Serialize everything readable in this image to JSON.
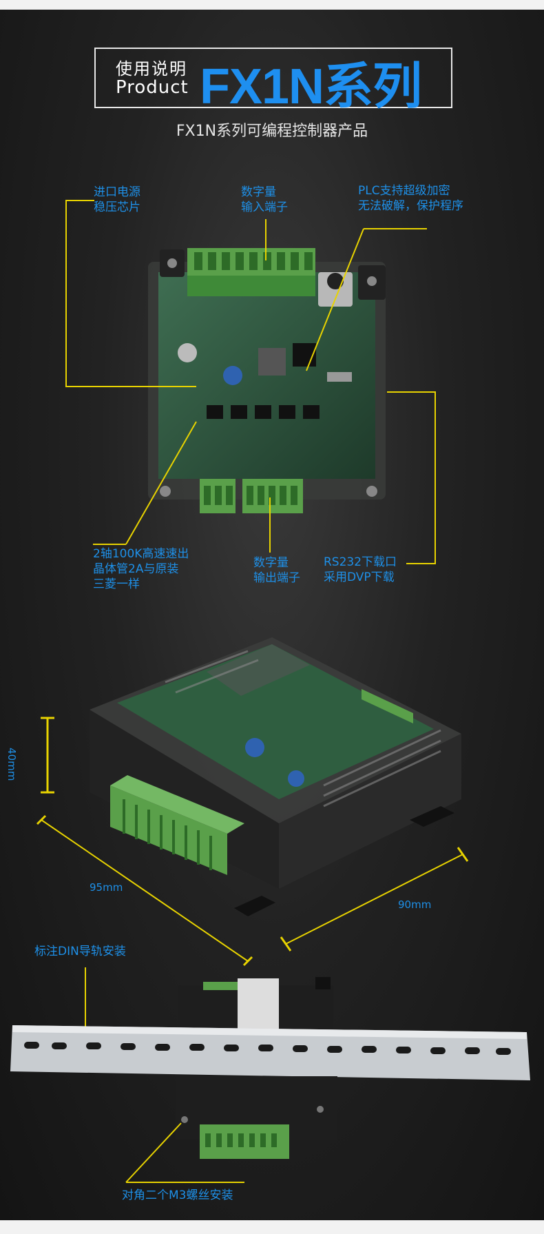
{
  "header": {
    "label_cn": "使用说明",
    "label_en": "Product",
    "title": "FX1N系列",
    "subtitle": "FX1N系列可编程控制器产品"
  },
  "callouts": {
    "power_chip": [
      "进口电源",
      "稳压芯片"
    ],
    "digital_input": [
      "数字量",
      "输入端子"
    ],
    "encryption": [
      "PLC支持超级加密",
      "无法破解，保护程序"
    ],
    "high_speed": [
      "2轴100K高速速出",
      "晶体管2A与原装",
      "三菱一样"
    ],
    "digital_output": [
      "数字量",
      "输出端子"
    ],
    "rs232": [
      "RS232下载口",
      "采用DVP下载"
    ]
  },
  "dimensions": {
    "height": "40mm",
    "width": "95mm",
    "depth": "90mm"
  },
  "din": {
    "title": "标注DIN导轨安装",
    "screws": "对角二个M3螺丝安装"
  },
  "colors": {
    "accent": "#1e8ff0",
    "leader": "#e8d300",
    "terminal": "#5aa04a"
  }
}
